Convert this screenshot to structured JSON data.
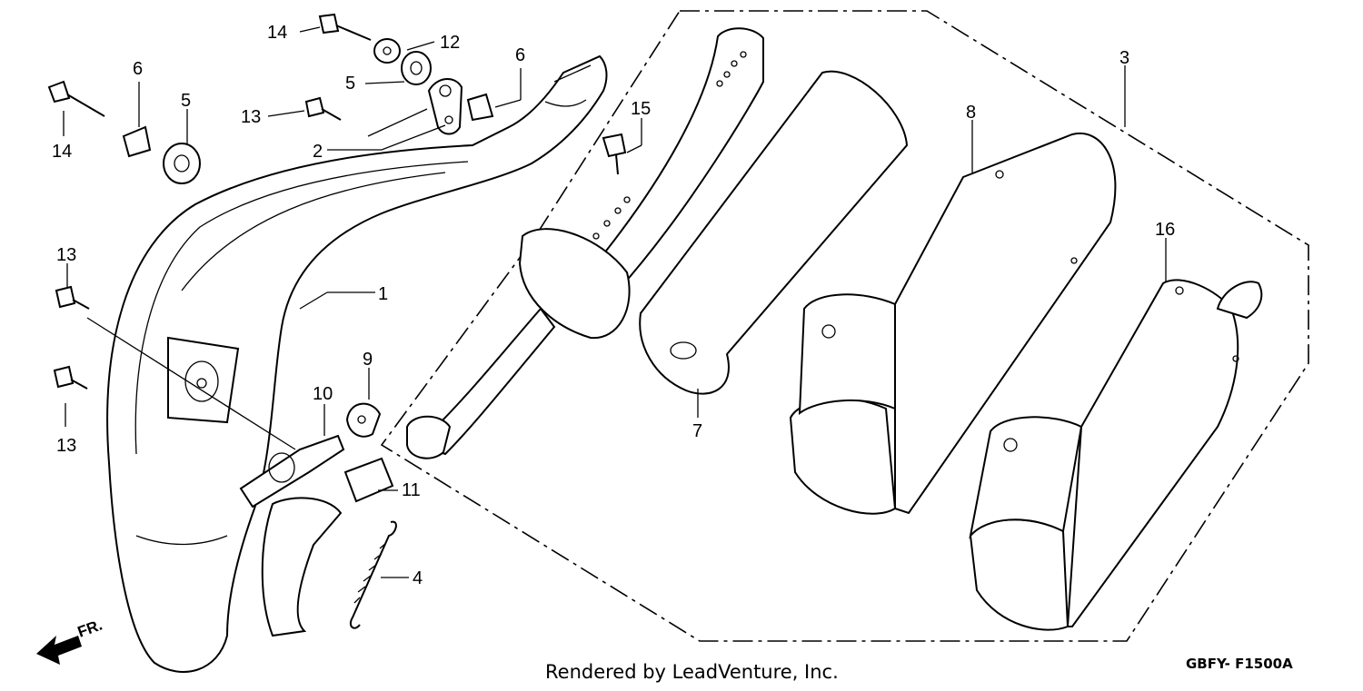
{
  "callouts": [
    {
      "id": "1",
      "label": "1"
    },
    {
      "id": "2",
      "label": "2"
    },
    {
      "id": "3",
      "label": "3"
    },
    {
      "id": "4",
      "label": "4"
    },
    {
      "id": "5a",
      "label": "5"
    },
    {
      "id": "5b",
      "label": "5"
    },
    {
      "id": "6a",
      "label": "6"
    },
    {
      "id": "6b",
      "label": "6"
    },
    {
      "id": "7",
      "label": "7"
    },
    {
      "id": "8",
      "label": "8"
    },
    {
      "id": "9",
      "label": "9"
    },
    {
      "id": "10",
      "label": "10"
    },
    {
      "id": "11",
      "label": "11"
    },
    {
      "id": "12",
      "label": "12"
    },
    {
      "id": "13a",
      "label": "13"
    },
    {
      "id": "13b",
      "label": "13"
    },
    {
      "id": "13c",
      "label": "13"
    },
    {
      "id": "14a",
      "label": "14"
    },
    {
      "id": "14b",
      "label": "14"
    },
    {
      "id": "15",
      "label": "15"
    },
    {
      "id": "16",
      "label": "16"
    }
  ],
  "direction_label": "FR.",
  "footer": {
    "credit": "Rendered by LeadVenture, Inc.",
    "code": "GBFY- F1500A"
  }
}
